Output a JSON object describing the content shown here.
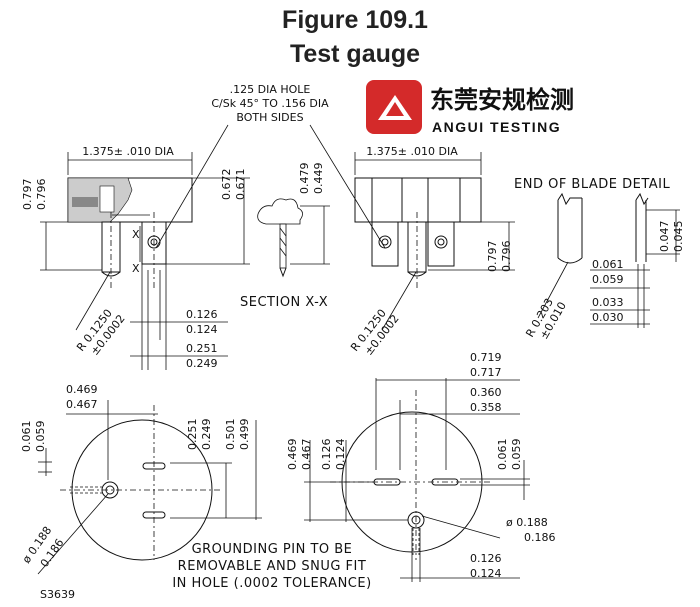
{
  "title": "Figure 109.1",
  "subtitle": "Test gauge",
  "logo": {
    "cn": "东莞安规检测",
    "en": "ANGUI TESTING",
    "color": "#d42a2a"
  },
  "hole_note": [
    ".125 DIA HOLE",
    "C/Sk 45° TO .156 DIA",
    "BOTH SIDES"
  ],
  "dia_left": "1.375± .010 DIA",
  "dia_right": "1.375± .010 DIA",
  "end_detail": "END OF BLADE DETAIL",
  "section_label": "SECTION X-X",
  "x_mark": "X",
  "dims": {
    "d0797": "0.797",
    "d0796": "0.796",
    "d0672": "0.672",
    "d0671": "0.671",
    "d0479": "0.479",
    "d0449": "0.449",
    "d0797r": "0.797",
    "d0796r": "0.796",
    "d0047": "0.047",
    "d0045": "0.045",
    "d0061": "0.061",
    "d0059": "0.059",
    "d0033": "0.033",
    "d0030": "0.030",
    "d0126": "0.126",
    "d0124": "0.124",
    "d0251": "0.251",
    "d0249": "0.249",
    "d0719": "0.719",
    "d0717": "0.717",
    "d0360": "0.360",
    "d0358": "0.358",
    "d0469": "0.469",
    "d0467": "0.467",
    "d0501": "0.501",
    "d0499": "0.499",
    "d0188": "ø 0.188",
    "d0186": "0.186",
    "r1250": "R 0.1250",
    "r0002": "±0.0002",
    "r0203": "R 0.203",
    "r0010": "±0.010"
  },
  "ground_note": [
    "GROUNDING PIN TO BE",
    "REMOVABLE AND SNUG FIT",
    "IN HOLE (.0002 TOLERANCE)"
  ],
  "figure_code": "S3639"
}
